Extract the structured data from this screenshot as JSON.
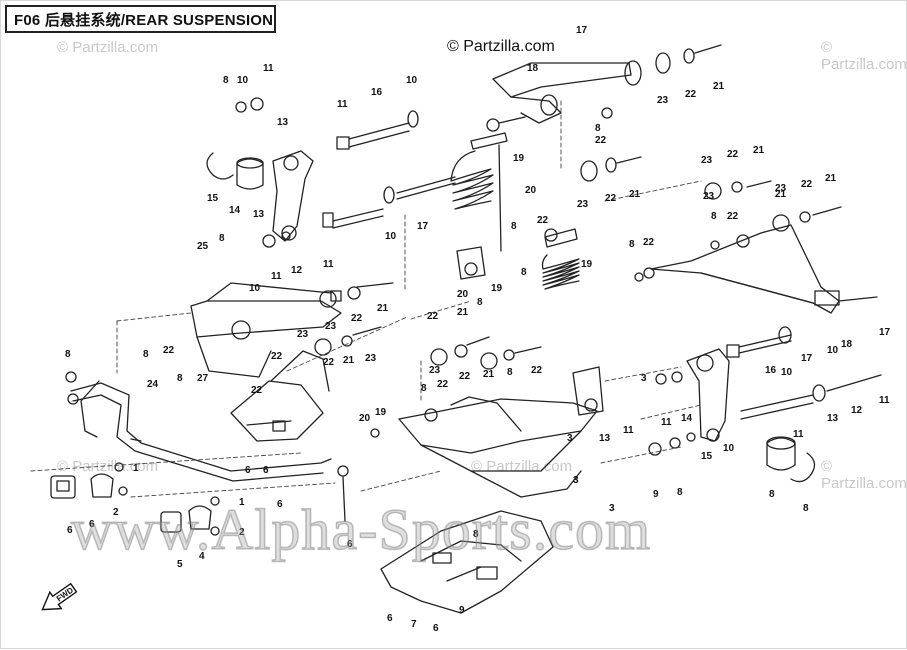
{
  "title": "F06 后悬挂系统/REAR SUSPENSION",
  "copyright_main": "© Partzilla.com",
  "watermark_faint": "© Partzilla.com",
  "watermark_big": "www.Alpha-Sports.com",
  "fwd_label": "FWD",
  "callouts": [
    {
      "id": "c1",
      "text": "17"
    },
    {
      "id": "c2",
      "text": "18"
    },
    {
      "id": "c3",
      "text": "20"
    },
    {
      "id": "c4",
      "text": "21"
    },
    {
      "id": "c5",
      "text": "22"
    },
    {
      "id": "c6",
      "text": "23"
    },
    {
      "id": "c7",
      "text": "8"
    },
    {
      "id": "c8",
      "text": "10"
    },
    {
      "id": "c9",
      "text": "11"
    },
    {
      "id": "c10",
      "text": "16"
    },
    {
      "id": "c11",
      "text": "10"
    },
    {
      "id": "c12",
      "text": "13"
    },
    {
      "id": "c13",
      "text": "19"
    },
    {
      "id": "c14",
      "text": "22"
    },
    {
      "id": "c15",
      "text": "8"
    },
    {
      "id": "c16",
      "text": "15"
    },
    {
      "id": "c17",
      "text": "14"
    },
    {
      "id": "c18",
      "text": "13"
    },
    {
      "id": "c19",
      "text": "17"
    },
    {
      "id": "c20",
      "text": "10"
    },
    {
      "id": "c21",
      "text": "23"
    },
    {
      "id": "c22",
      "text": "22"
    },
    {
      "id": "c23",
      "text": "21"
    },
    {
      "id": "c24",
      "text": "20"
    },
    {
      "id": "c25",
      "text": "8"
    },
    {
      "id": "c26",
      "text": "22"
    },
    {
      "id": "c27",
      "text": "23"
    },
    {
      "id": "c28",
      "text": "22"
    },
    {
      "id": "c29",
      "text": "21"
    },
    {
      "id": "c30",
      "text": "21"
    },
    {
      "id": "c31",
      "text": "23"
    },
    {
      "id": "c32",
      "text": "22"
    },
    {
      "id": "c33",
      "text": "8"
    },
    {
      "id": "c34",
      "text": "22"
    },
    {
      "id": "c35",
      "text": "23"
    },
    {
      "id": "c36",
      "text": "22"
    },
    {
      "id": "c37",
      "text": "21"
    },
    {
      "id": "c38",
      "text": "8"
    },
    {
      "id": "c39",
      "text": "22"
    },
    {
      "id": "c40",
      "text": "17"
    },
    {
      "id": "c41",
      "text": "18"
    },
    {
      "id": "c42",
      "text": "25"
    },
    {
      "id": "c43",
      "text": "8"
    },
    {
      "id": "c44",
      "text": "10"
    },
    {
      "id": "c45",
      "text": "11"
    },
    {
      "id": "c46",
      "text": "12"
    },
    {
      "id": "c47",
      "text": "11"
    },
    {
      "id": "c48",
      "text": "19"
    },
    {
      "id": "c49",
      "text": "8"
    },
    {
      "id": "c50",
      "text": "19"
    },
    {
      "id": "c51",
      "text": "21"
    },
    {
      "id": "c52",
      "text": "22"
    },
    {
      "id": "c53",
      "text": "23"
    },
    {
      "id": "c54",
      "text": "23"
    },
    {
      "id": "c55",
      "text": "22"
    },
    {
      "id": "c56",
      "text": "21"
    },
    {
      "id": "c57",
      "text": "23"
    },
    {
      "id": "c58",
      "text": "22"
    },
    {
      "id": "c59",
      "text": "21"
    },
    {
      "id": "c60",
      "text": "8"
    },
    {
      "id": "c61",
      "text": "8"
    },
    {
      "id": "c62",
      "text": "22"
    },
    {
      "id": "c63",
      "text": "27"
    },
    {
      "id": "c64",
      "text": "8"
    },
    {
      "id": "c65",
      "text": "24"
    },
    {
      "id": "c66",
      "text": "22"
    },
    {
      "id": "c67",
      "text": "8"
    },
    {
      "id": "c68",
      "text": "22"
    },
    {
      "id": "c69",
      "text": "23"
    },
    {
      "id": "c70",
      "text": "22"
    },
    {
      "id": "c71",
      "text": "21"
    },
    {
      "id": "c72",
      "text": "8"
    },
    {
      "id": "c73",
      "text": "22"
    },
    {
      "id": "c74",
      "text": "8"
    },
    {
      "id": "c75",
      "text": "22"
    },
    {
      "id": "c76",
      "text": "20"
    },
    {
      "id": "c77",
      "text": "19"
    },
    {
      "id": "c78",
      "text": "13"
    },
    {
      "id": "c79",
      "text": "11"
    },
    {
      "id": "c80",
      "text": "16"
    },
    {
      "id": "c81",
      "text": "10"
    },
    {
      "id": "c82",
      "text": "17"
    },
    {
      "id": "c83",
      "text": "10"
    },
    {
      "id": "c84",
      "text": "11"
    },
    {
      "id": "c85",
      "text": "12"
    },
    {
      "id": "c86",
      "text": "13"
    },
    {
      "id": "c87",
      "text": "11"
    },
    {
      "id": "c88",
      "text": "14"
    },
    {
      "id": "c89",
      "text": "15"
    },
    {
      "id": "c90",
      "text": "10"
    },
    {
      "id": "c91",
      "text": "11"
    },
    {
      "id": "c92",
      "text": "8"
    },
    {
      "id": "c93",
      "text": "8"
    },
    {
      "id": "c94",
      "text": "9"
    },
    {
      "id": "c95",
      "text": "8"
    },
    {
      "id": "c96",
      "text": "3"
    },
    {
      "id": "c97",
      "text": "3"
    },
    {
      "id": "c98",
      "text": "3"
    },
    {
      "id": "c99",
      "text": "3"
    },
    {
      "id": "c100",
      "text": "1"
    },
    {
      "id": "c101",
      "text": "2"
    },
    {
      "id": "c102",
      "text": "1"
    },
    {
      "id": "c103",
      "text": "2"
    },
    {
      "id": "c104",
      "text": "6"
    },
    {
      "id": "c105",
      "text": "6"
    },
    {
      "id": "c106",
      "text": "5"
    },
    {
      "id": "c107",
      "text": "4"
    },
    {
      "id": "c108",
      "text": "6"
    },
    {
      "id": "c109",
      "text": "6"
    },
    {
      "id": "c110",
      "text": "6"
    },
    {
      "id": "c111",
      "text": "6"
    },
    {
      "id": "c112",
      "text": "6"
    },
    {
      "id": "c113",
      "text": "7"
    },
    {
      "id": "c114",
      "text": "6"
    },
    {
      "id": "c115",
      "text": "9"
    },
    {
      "id": "c116",
      "text": "8"
    }
  ]
}
